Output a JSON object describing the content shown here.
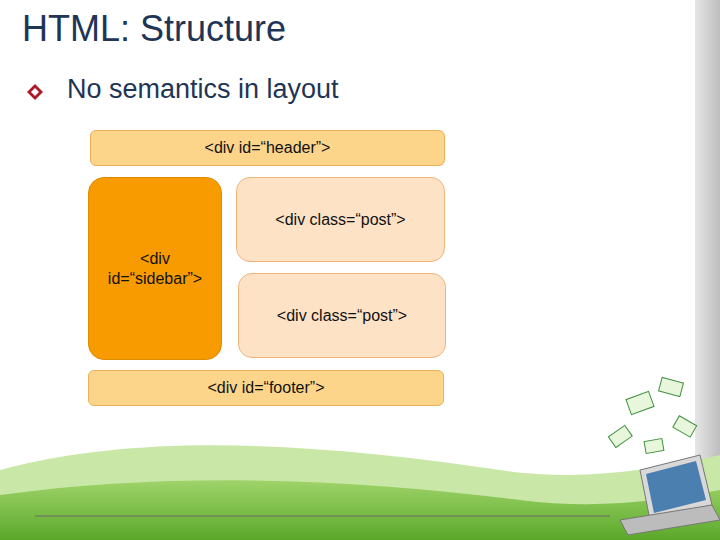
{
  "diagram": {
    "title": "HTML: Structure",
    "nodes": [
      {
        "text": [
          "<div id=“header”>"
        ]
      },
      {
        "text": [
          "<div id=“sidebar”>"
        ]
      },
      {
        "text": [
          "<div class=“post”>"
        ]
      },
      {
        "text": [
          "<div class=“post”>"
        ]
      },
      {
        "text": [
          "<div id=“footer”>"
        ]
      }
    ],
    "labels": [
      "No semantics in layout"
    ]
  }
}
